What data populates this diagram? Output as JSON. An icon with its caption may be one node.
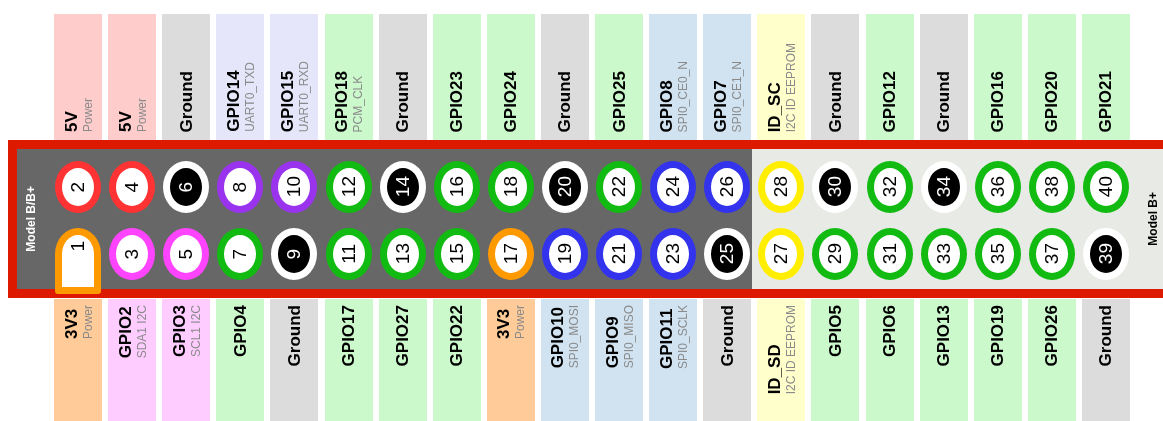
{
  "diagram": {
    "nodes": [
      {
        "text": [
          "5V",
          "Power"
        ]
      },
      {
        "text": [
          "5V",
          "Power"
        ]
      },
      {
        "text": [
          "Ground"
        ]
      },
      {
        "text": [
          "GPIO14",
          "UART0_TXD"
        ]
      },
      {
        "text": [
          "GPIO15",
          "UART0_RXD"
        ]
      },
      {
        "text": [
          "GPIO18",
          "PCM_CLK"
        ]
      },
      {
        "text": [
          "Ground"
        ]
      },
      {
        "text": [
          "GPIO23"
        ]
      },
      {
        "text": [
          "GPIO24"
        ]
      },
      {
        "text": [
          "Ground"
        ]
      },
      {
        "text": [
          "GPIO25"
        ]
      },
      {
        "text": [
          "GPIO8",
          "SPI0_CE0_N"
        ]
      },
      {
        "text": [
          "GPIO7",
          "SPI0_CE1_N"
        ]
      },
      {
        "text": [
          "ID_SC",
          "I2C ID EEPROM"
        ]
      },
      {
        "text": [
          "Ground"
        ]
      },
      {
        "text": [
          "GPIO12"
        ]
      },
      {
        "text": [
          "Ground"
        ]
      },
      {
        "text": [
          "GPIO16"
        ]
      },
      {
        "text": [
          "GPIO20"
        ]
      },
      {
        "text": [
          "GPIO21"
        ]
      },
      {
        "text": [
          "Model B/B+",
          "Model B+"
        ]
      },
      {
        "text": [
          "2"
        ],
        "in": 20
      },
      {
        "text": [
          "4"
        ],
        "in": 20
      },
      {
        "text": [
          "6"
        ],
        "in": 20
      },
      {
        "text": [
          "8"
        ],
        "in": 20
      },
      {
        "text": [
          "10"
        ],
        "in": 20
      },
      {
        "text": [
          "12"
        ],
        "in": 20
      },
      {
        "text": [
          "14"
        ],
        "in": 20
      },
      {
        "text": [
          "16"
        ],
        "in": 20
      },
      {
        "text": [
          "18"
        ],
        "in": 20
      },
      {
        "text": [
          "20"
        ],
        "in": 20
      },
      {
        "text": [
          "22"
        ],
        "in": 20
      },
      {
        "text": [
          "24"
        ],
        "in": 20
      },
      {
        "text": [
          "26"
        ],
        "in": 20
      },
      {
        "text": [
          "28"
        ],
        "in": 20
      },
      {
        "text": [
          "30"
        ],
        "in": 20
      },
      {
        "text": [
          "32"
        ],
        "in": 20
      },
      {
        "text": [
          "34"
        ],
        "in": 20
      },
      {
        "text": [
          "36"
        ],
        "in": 20
      },
      {
        "text": [
          "38"
        ],
        "in": 20
      },
      {
        "text": [
          "40"
        ],
        "in": 20
      },
      {
        "text": [
          "1"
        ],
        "in": 20
      },
      {
        "text": [
          "3"
        ],
        "in": 20
      },
      {
        "text": [
          "5"
        ],
        "in": 20
      },
      {
        "text": [
          "7"
        ],
        "in": 20
      },
      {
        "text": [
          "9"
        ],
        "in": 20
      },
      {
        "text": [
          "11"
        ],
        "in": 20
      },
      {
        "text": [
          "13"
        ],
        "in": 20
      },
      {
        "text": [
          "15"
        ],
        "in": 20
      },
      {
        "text": [
          "17"
        ],
        "in": 20
      },
      {
        "text": [
          "19"
        ],
        "in": 20
      },
      {
        "text": [
          "21"
        ],
        "in": 20
      },
      {
        "text": [
          "23"
        ],
        "in": 20
      },
      {
        "text": [
          "25"
        ],
        "in": 20
      },
      {
        "text": [
          "27"
        ],
        "in": 20
      },
      {
        "text": [
          "29"
        ],
        "in": 20
      },
      {
        "text": [
          "31"
        ],
        "in": 20
      },
      {
        "text": [
          "33"
        ],
        "in": 20
      },
      {
        "text": [
          "35"
        ],
        "in": 20
      },
      {
        "text": [
          "37"
        ],
        "in": 20
      },
      {
        "text": [
          "39"
        ],
        "in": 20
      },
      {
        "text": [
          "3V3",
          "Power"
        ]
      },
      {
        "text": [
          "GPIO2",
          "SDA1 I2C"
        ]
      },
      {
        "text": [
          "GPIO3",
          "SCL1 I2C"
        ]
      },
      {
        "text": [
          "GPIO4"
        ]
      },
      {
        "text": [
          "Ground"
        ]
      },
      {
        "text": [
          "GPIO17"
        ]
      },
      {
        "text": [
          "GPIO27"
        ]
      },
      {
        "text": [
          "GPIO22"
        ]
      },
      {
        "text": [
          "3V3",
          "Power"
        ]
      },
      {
        "text": [
          "GPIO10",
          "SPI0_MOSI"
        ]
      },
      {
        "text": [
          "GPIO9",
          "SPI0_MISO"
        ]
      },
      {
        "text": [
          "GPIO11",
          "SPI0_SCLK"
        ]
      },
      {
        "text": [
          "Ground"
        ]
      },
      {
        "text": [
          "ID_SD",
          "I2C ID EEPROM"
        ]
      },
      {
        "text": [
          "GPIO5"
        ]
      },
      {
        "text": [
          "GPIO6"
        ]
      },
      {
        "text": [
          "GPIO13"
        ]
      },
      {
        "text": [
          "GPIO19"
        ]
      },
      {
        "text": [
          "GPIO26"
        ]
      },
      {
        "text": [
          "Ground"
        ]
      }
    ]
  }
}
